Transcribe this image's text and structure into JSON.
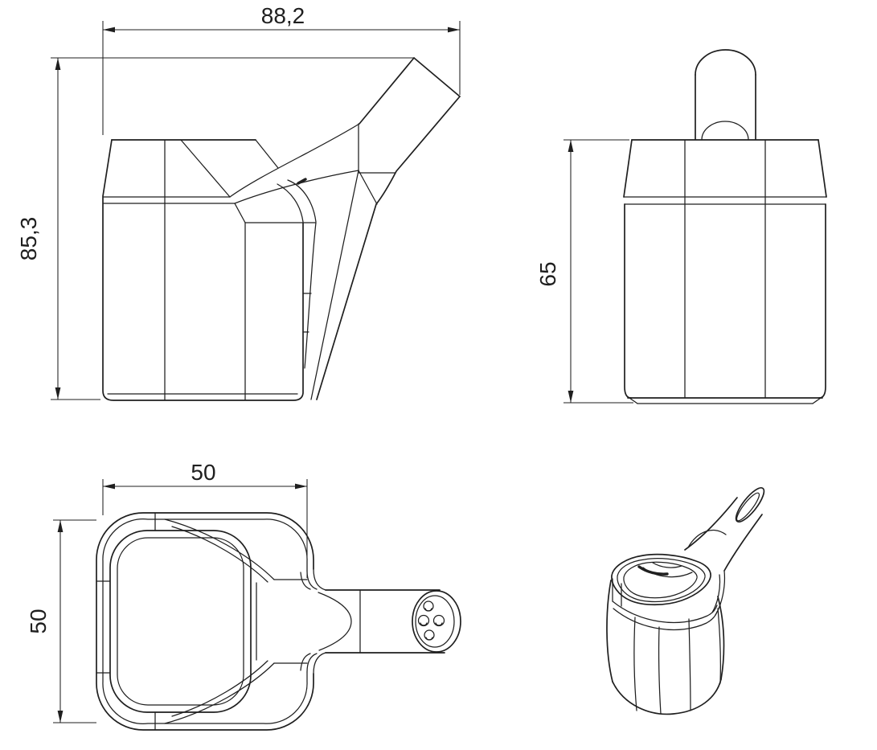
{
  "drawing": {
    "background": "#ffffff",
    "line_color": "#1f1f1f"
  },
  "views": {
    "side": {
      "width_label": "88,2",
      "height_label": "85,3"
    },
    "front": {
      "height_label": "65"
    },
    "top": {
      "width_label": "50",
      "depth_label": "50"
    }
  }
}
